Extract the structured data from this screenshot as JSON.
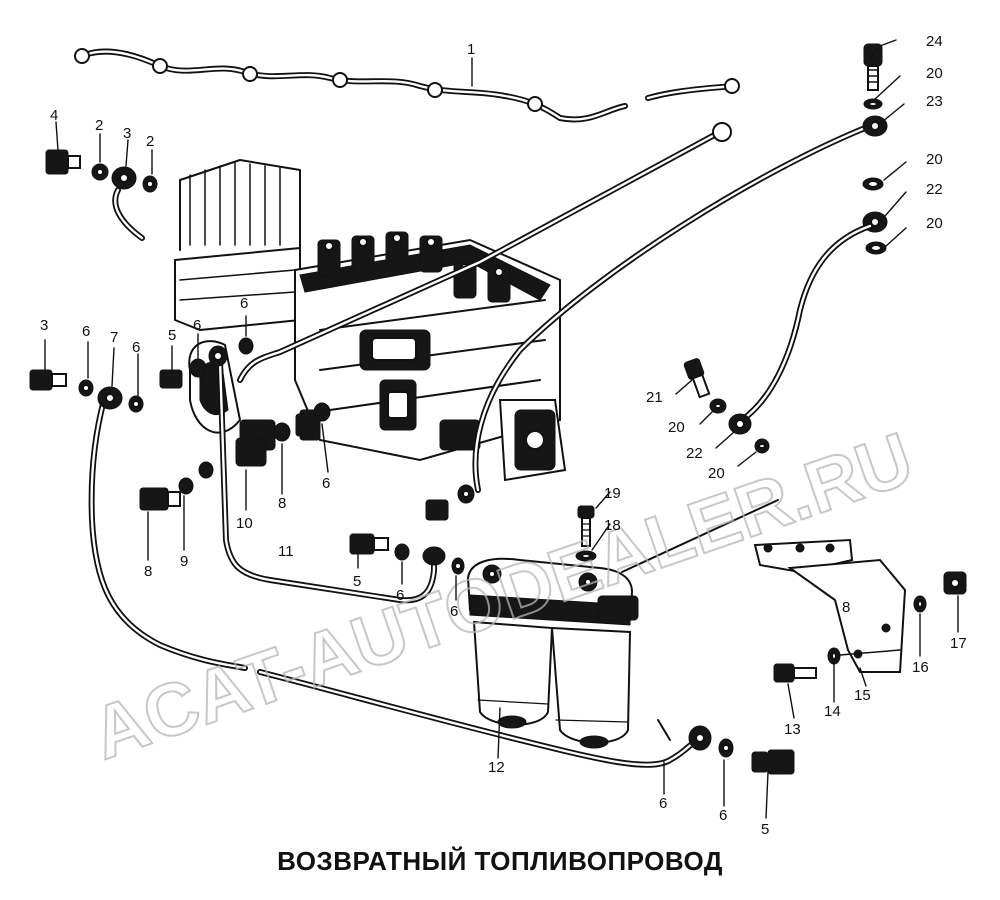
{
  "caption": "ВОЗВРАТНЫЙ ТОПЛИВОПРОВОД",
  "watermark": "ACAT-AUTODEALER.RU",
  "callouts": {
    "c1": "1",
    "c2a": "2",
    "c2b": "2",
    "c3": "3",
    "c4": "4",
    "c3b": "3",
    "c6a": "6",
    "c7": "7",
    "c6b": "6",
    "c5a": "5",
    "c6c": "6",
    "c6d": "6",
    "c6e": "6",
    "c8a": "8",
    "c9": "9",
    "c10": "10",
    "c8b": "8",
    "c11": "11",
    "c5b": "5",
    "c6f": "6",
    "c6g": "6",
    "c19": "19",
    "c18": "18",
    "c12": "12",
    "c6h": "6",
    "c6i": "6",
    "c5c": "5",
    "c24": "24",
    "c20a": "20",
    "c23": "23",
    "c20b": "20",
    "c22a": "22",
    "c20c": "20",
    "c21": "21",
    "c20d": "20",
    "c22b": "22",
    "c20e": "20",
    "c8c": "8",
    "c17": "17",
    "c16": "16",
    "c15": "15",
    "c14": "14",
    "c13": "13"
  },
  "colors": {
    "ink": "#111111",
    "watermark": "#b5b5b5",
    "background": "#ffffff"
  }
}
